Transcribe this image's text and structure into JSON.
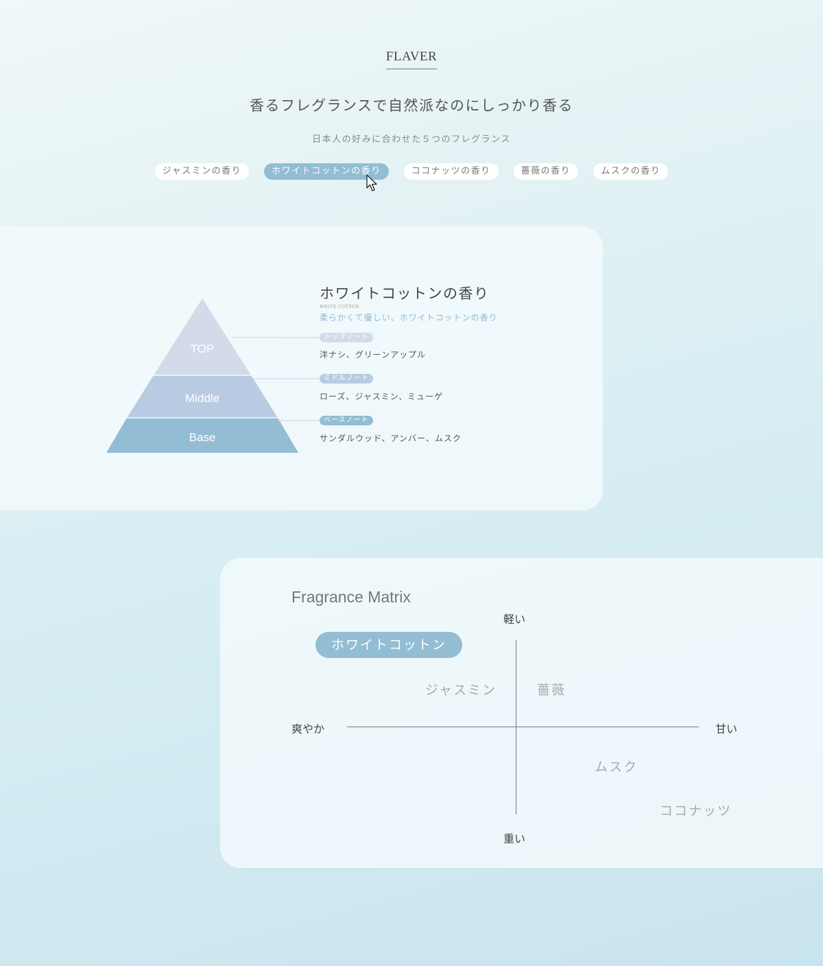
{
  "section": {
    "label": "FLAVER"
  },
  "headline": "香るフレグランスで自然派なのにしっかり香る",
  "subline": "日本人の好みに合わせた５つのフレグランス",
  "tabs": [
    {
      "label": "ジャスミンの香り",
      "active": false
    },
    {
      "label": "ホワイトコットンの香り",
      "active": true
    },
    {
      "label": "ココナッツの香り",
      "active": false
    },
    {
      "label": "薔薇の香り",
      "active": false
    },
    {
      "label": "ムスクの香り",
      "active": false
    }
  ],
  "pyramid": {
    "top_label": "TOP",
    "middle_label": "Middle",
    "base_label": "Base"
  },
  "fragrance": {
    "title": "ホワイトコットンの香り",
    "subtitle_en": "WHITE COTTON",
    "description": "柔らかくて優しい、ホワイトコットンの香り",
    "notes": [
      {
        "badge": "トップノート",
        "text": "洋ナシ、グリーンアップル"
      },
      {
        "badge": "ミドルノート",
        "text": "ローズ、ジャスミン、ミューゲ"
      },
      {
        "badge": "ベースノート",
        "text": "サンダルウッド、アンバー、ムスク"
      }
    ]
  },
  "matrix": {
    "title": "Fragrance Matrix",
    "axis_top": "軽い",
    "axis_bottom": "重い",
    "axis_left": "爽やか",
    "axis_right": "甘い",
    "selected": "ホワイトコットン",
    "items": {
      "jasmine": "ジャスミン",
      "rose": "薔薇",
      "musk": "ムスク",
      "coconut": "ココナッツ"
    }
  },
  "colors": {
    "accent": "#93bdd3",
    "pyramid_top": "#d3dbeb",
    "pyramid_middle": "#b9cbe2",
    "pyramid_base": "#93bdd3"
  }
}
